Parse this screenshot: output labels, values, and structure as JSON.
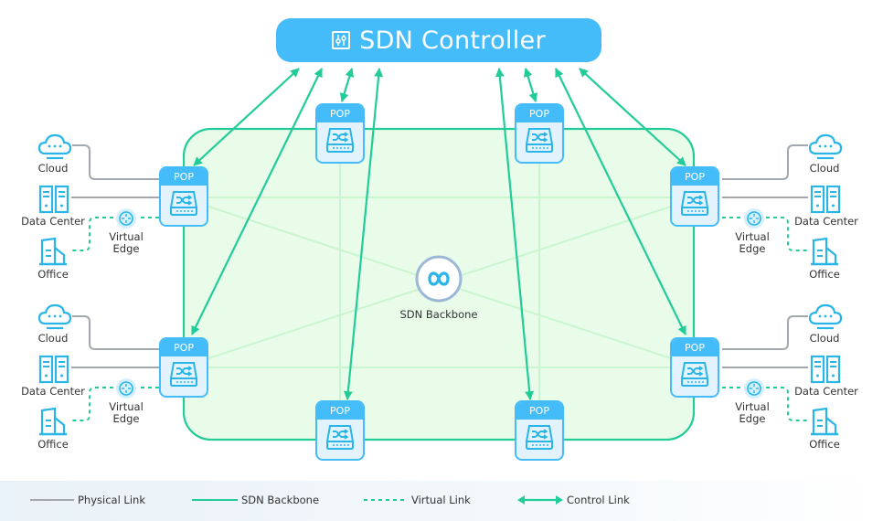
{
  "controller": {
    "title": "SDN Controller",
    "icon": "sliders-icon"
  },
  "backbone": {
    "label": "SDN Backbone",
    "icon": "infinity-icon"
  },
  "pops": [
    {
      "id": "pop-top-left-inner",
      "label": "POP"
    },
    {
      "id": "pop-top-right-inner",
      "label": "POP"
    },
    {
      "id": "pop-left-upper",
      "label": "POP"
    },
    {
      "id": "pop-right-upper",
      "label": "POP"
    },
    {
      "id": "pop-left-lower",
      "label": "POP"
    },
    {
      "id": "pop-right-lower",
      "label": "POP"
    },
    {
      "id": "pop-bottom-left-inner",
      "label": "POP"
    },
    {
      "id": "pop-bottom-right-inner",
      "label": "POP"
    }
  ],
  "sites": {
    "cloud": "Cloud",
    "data_center": "Data Center",
    "office": "Office",
    "virtual_edge": [
      "Virtual",
      "Edge"
    ]
  },
  "colors": {
    "controller": "#45bcfa",
    "backbone": "#22cc99",
    "backbone_fill": "#e8fce9",
    "mesh": "#c9f5d0",
    "physical": "#a3a8ae",
    "icon": "#29b5e8"
  },
  "legend": [
    {
      "type": "physical",
      "label": "Physical Link"
    },
    {
      "type": "backbone",
      "label": "SDN Backbone"
    },
    {
      "type": "virtual",
      "label": "Virtual Link"
    },
    {
      "type": "control",
      "label": "Control Link"
    }
  ]
}
